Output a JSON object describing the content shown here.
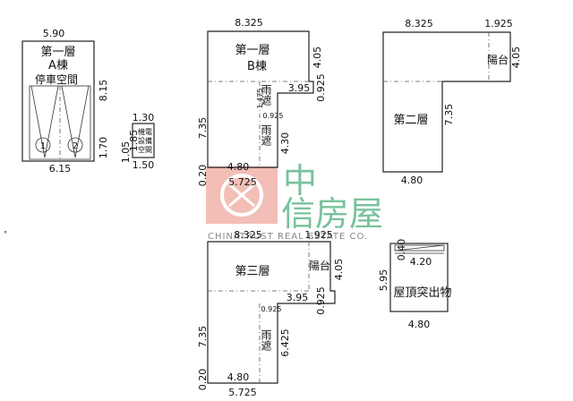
{
  "building_a": {
    "width_top": "5.90",
    "floor": "第一層",
    "name": "A棟",
    "use": "停車空間",
    "height_right": "8.15",
    "side_right_small": "1.70",
    "width_bottom": "6.15",
    "space_1": "1",
    "space_2": "2"
  },
  "mechanical_room": {
    "top": "1.30",
    "height_a": "1.85",
    "height_b": "1.05",
    "bottom": "1.50",
    "line1": "機電",
    "line2": "設備",
    "line3": "空間"
  },
  "building_b": {
    "width_top": "8.325",
    "floor": "第一層",
    "name": "B棟",
    "right_h": "4.05",
    "step_w": "3.95",
    "step_h": "0.925",
    "canopy_w": "1.475",
    "canopy_n": "0.925",
    "canopy_h": "4.30",
    "left_h": "7.35",
    "bottom_inner": "4.80",
    "bottom_small": "0.20",
    "bottom_total": "5.725",
    "canopy_label_1": "雨遮",
    "canopy_label_2": "雨遮"
  },
  "floor2": {
    "width_top": "8.325",
    "balcony_w": "1.925",
    "right_h": "4.05",
    "balcony": "陽台",
    "floor": "第二層",
    "height": "7.35",
    "bottom": "4.80"
  },
  "floor3": {
    "width_top": "8.325",
    "balcony_w": "1.925",
    "floor": "第三層",
    "balcony": "陽台",
    "right_h": "4.05",
    "step_w": "3.95",
    "step_h": "0.925",
    "canopy_n": "0.925",
    "canopy_h": "6.425",
    "canopy_label": "雨遮",
    "left_h": "7.35",
    "bottom_small": "0.20",
    "bottom_inner": "4.80",
    "bottom_total": "5.725"
  },
  "roof": {
    "top_h": "0.40",
    "inner_w": "4.20",
    "height": "5.95",
    "label": "屋頂突出物",
    "bottom": "4.80"
  },
  "watermark": {
    "text_cn_1": "中",
    "text_cn_2": "信房屋",
    "text_en": "CHINATRUST REAL ESTATE CO.",
    "logo_color": "#4cae7c",
    "accent_color": "#e8897a"
  },
  "icons": [
    "watermark-logo-icon"
  ]
}
